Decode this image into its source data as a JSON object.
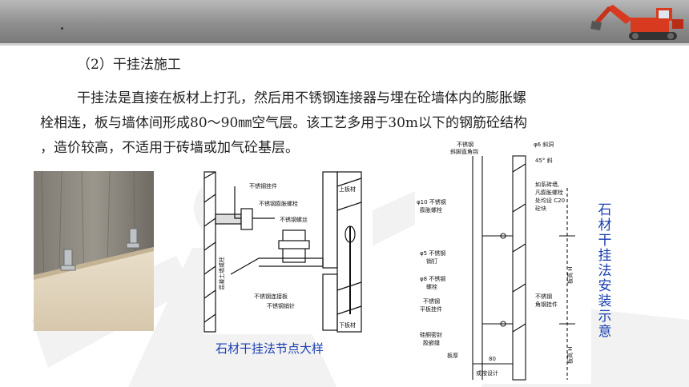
{
  "section_title": "（2）干挂法施工",
  "paragraph_lines": [
    "干挂法是直接在板材上打孔，然后用不锈钢连接器与埋在砼墙体内的膨胀螺",
    "栓相连，板与墙体间形成80～90㎜空气层。该工艺多用于30m以下的钢筋砼结构",
    "，造价较高，不适用于砖墙或加气砼基层。"
  ],
  "diagram1": {
    "caption": "石材干挂法节点大样",
    "labels": {
      "hook": "不锈钢挂件",
      "bolt": "不锈钢膨胀螺栓",
      "wire": "不锈钢螺丝",
      "upper": "上板材",
      "plate": "不锈钢连接板",
      "pin": "不锈钢销针",
      "lower": "下板材",
      "wall": "混凝土墙或柱"
    }
  },
  "diagram2": {
    "vertical_caption": "石材干挂法安装示意",
    "labels": {
      "top1": "不锈钢",
      "top2": "斜脚直角钩",
      "r1": "φ6 斜洞",
      "r2": "45° 斜",
      "r3": "如系砖墙,",
      "r4": "凡膨胀螺栓",
      "r5": "处均设 C20",
      "r6": "砼块",
      "l1": "φ10 不锈钢",
      "l2": "膨胀螺栓",
      "l3": "φ5 不锈钢",
      "l4": "销钉",
      "l5": "φ8 不锈钢",
      "l6": "螺栓",
      "l7": "不锈钢",
      "l8": "平板挂件",
      "l9": "硅酮密封",
      "l10": "胶嵌缝",
      "l11": "板厚",
      "r7": "不锈钢",
      "r8": "角钢挂件",
      "h1": "板高 H",
      "h2": "板高 H",
      "dim": "80",
      "dim2": "或按设计"
    }
  }
}
